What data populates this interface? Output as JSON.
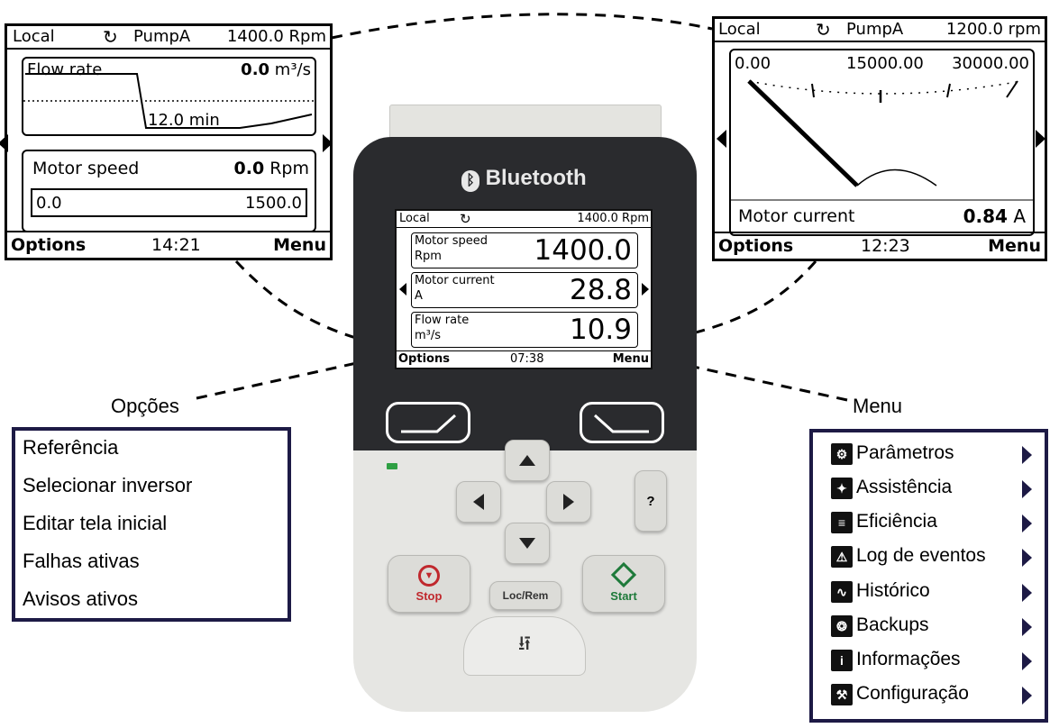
{
  "left_screen": {
    "top_bar": {
      "mode": "Local",
      "drive": "PumpA",
      "speed": "1400.0 Rpm"
    },
    "trend": {
      "label": "Flow rate",
      "value": "0.0",
      "unit": "m³/s",
      "time": "12.0 min"
    },
    "speed_bar": {
      "label": "Motor speed",
      "value": "0.0",
      "unit": "Rpm",
      "min": "0.0",
      "max": "1500.0"
    },
    "bottom_bar": {
      "options": "Options",
      "time": "14:21",
      "menu": "Menu"
    }
  },
  "right_screen": {
    "top_bar": {
      "mode": "Local",
      "drive": "PumpA",
      "speed": "1200.0 rpm"
    },
    "gauge": {
      "min": "0.00",
      "mid": "15000.00",
      "max": "30000.00",
      "label": "Motor current",
      "value": "0.84",
      "unit": "A"
    },
    "bottom_bar": {
      "options": "Options",
      "time": "12:23",
      "menu": "Menu"
    }
  },
  "device": {
    "brand": "Bluetooth",
    "screen": {
      "top_bar": {
        "mode": "Local",
        "speed": "1400.0 Rpm"
      },
      "rows": [
        {
          "label": "Motor speed",
          "unit": "Rpm",
          "value": "1400.0"
        },
        {
          "label": "Motor current",
          "unit": "A",
          "value": "28.8"
        },
        {
          "label": "Flow rate",
          "unit": "m³/s",
          "value": "10.9"
        }
      ],
      "bottom_bar": {
        "options": "Options",
        "time": "07:38",
        "menu": "Menu"
      }
    },
    "buttons": {
      "stop": "Stop",
      "locrem": "Loc/Rem",
      "start": "Start",
      "help": "?"
    }
  },
  "options_caption": "Opções",
  "options_list": [
    "Referência",
    "Selecionar inversor",
    "Editar tela inicial",
    "Falhas ativas",
    "Avisos ativos"
  ],
  "menu_caption": "Menu",
  "menu_list": [
    {
      "label": "Parâmetros",
      "icon": "parameters-icon"
    },
    {
      "label": "Assistência",
      "icon": "assistant-icon"
    },
    {
      "label": "Eficiência",
      "icon": "efficiency-icon"
    },
    {
      "label": "Log de eventos",
      "icon": "event-log-icon"
    },
    {
      "label": "Histórico",
      "icon": "history-icon"
    },
    {
      "label": "Backups",
      "icon": "backups-icon"
    },
    {
      "label": "Informações",
      "icon": "info-icon"
    },
    {
      "label": "Configuração",
      "icon": "settings-icon"
    }
  ],
  "colors": {
    "frame": "#1d1a45",
    "stop": "#c0282d",
    "start": "#1e7a3a",
    "status_led": "#2ea043"
  }
}
